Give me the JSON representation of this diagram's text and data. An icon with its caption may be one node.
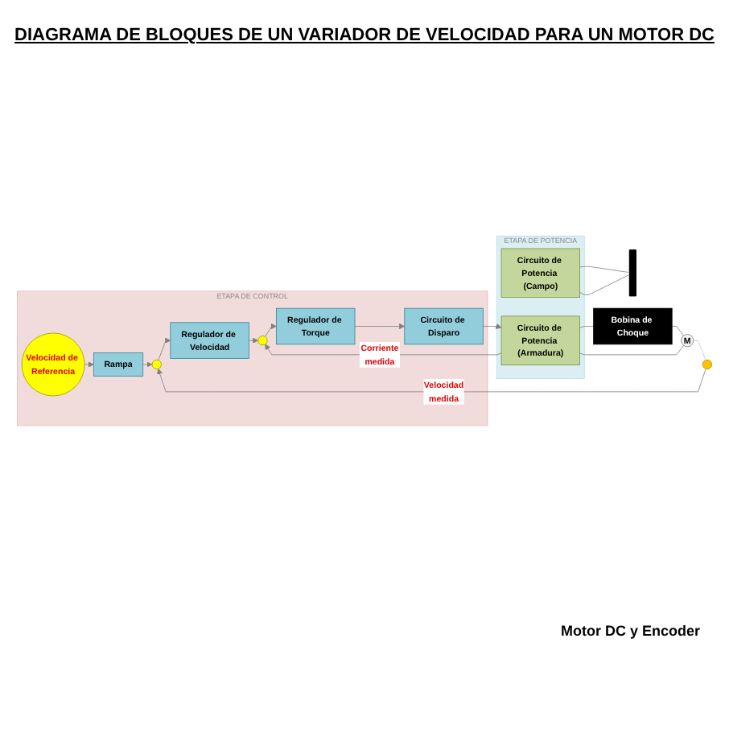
{
  "diagram": {
    "title": "DIAGRAMA DE BLOQUES DE UN VARIADOR DE VELOCIDAD PARA UN MOTOR DC",
    "nodes": [
      {
        "text": [
          "ETAPA DE CONTROL"
        ]
      },
      {
        "text": [
          "Velocidad de Referencia"
        ],
        "in": 0
      },
      {
        "text": [
          "Rampa"
        ],
        "in": 0
      },
      {
        "text": [],
        "shape": "circle",
        "in": 0
      },
      {
        "text": [
          "Regulador de Velocidad"
        ],
        "in": 0
      },
      {
        "text": [],
        "shape": "circle",
        "in": 0
      },
      {
        "text": [
          "Regulador de Torque"
        ],
        "in": 0
      },
      {
        "text": [
          "Circuito de Disparo"
        ],
        "in": 0
      },
      {
        "text": [
          "ETAPA DE POTENCIA"
        ]
      },
      {
        "text": [
          "Circuito de Potencia (Campo)"
        ],
        "in": 8
      },
      {
        "text": [
          "Circuito de Potencia (Armadura)"
        ],
        "in": 8
      },
      {
        "text": [
          "Bobina de Choque"
        ]
      },
      {
        "text": [
          "M"
        ]
      },
      {
        "text": [],
        "shape": "bar"
      },
      {
        "text": [],
        "shape": "circle"
      }
    ],
    "edges": [
      {
        "from": 1,
        "to": 2,
        "arrow": "to"
      },
      {
        "from": 2,
        "to": 3,
        "arrow": "to"
      },
      {
        "from": 3,
        "to": 4,
        "arrow": "to"
      },
      {
        "from": 4,
        "to": 5,
        "arrow": "to"
      },
      {
        "from": 5,
        "to": 6,
        "arrow": "to"
      },
      {
        "from": 6,
        "to": 7,
        "arrow": "to"
      },
      {
        "from": 7,
        "to": 10,
        "arrow": "to"
      },
      {
        "from": 10,
        "to": 5,
        "label": "Corriente medida",
        "arrow": "to"
      },
      {
        "from": 10,
        "to": 11,
        "arrow": "none"
      },
      {
        "from": 11,
        "to": 12,
        "arrow": "none"
      },
      {
        "from": 12,
        "to": 10,
        "arrow": "none"
      },
      {
        "from": 9,
        "to": 13,
        "arrow": "none"
      },
      {
        "from": 9,
        "to": 13,
        "arrow": "none"
      },
      {
        "from": 12,
        "to": 14,
        "arrow": "none",
        "color": "#c8c8c8"
      },
      {
        "from": 14,
        "to": 3,
        "label": "Velocidad medida",
        "arrow": "to"
      }
    ],
    "labels": [
      "Motor DC y Encoder"
    ]
  }
}
